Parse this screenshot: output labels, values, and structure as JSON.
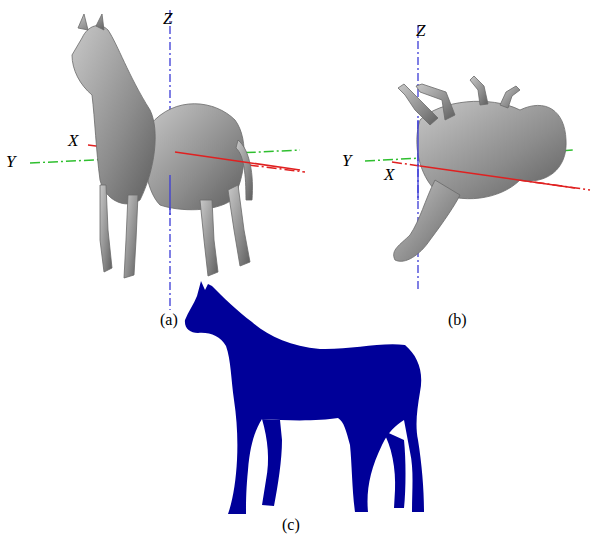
{
  "diagram": {
    "labels": [
      "Z",
      "X",
      "Y",
      "(a)",
      "Z",
      "Y",
      "X",
      "(b)",
      "(c)"
    ]
  }
}
